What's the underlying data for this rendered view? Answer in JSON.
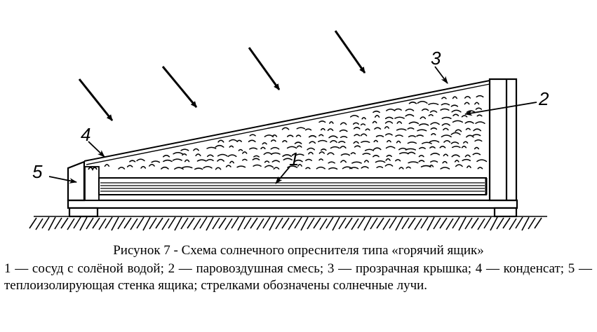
{
  "diagram": {
    "labels": {
      "n1": "1",
      "n2": "2",
      "n3": "3",
      "n4": "4",
      "n5": "5"
    },
    "sun_rays_count": 4
  },
  "caption": "Рисунок 7 -  Схема солнечного опреснителя типа «горячий ящик»",
  "legend": "1 — сосуд с солёной водой; 2 — паровоздушная смесь; 3 — прозрачная крышка; 4 — конденсат; 5 — теплоизолирующая стенка ящика; стрелками обозначены солнечные лучи."
}
